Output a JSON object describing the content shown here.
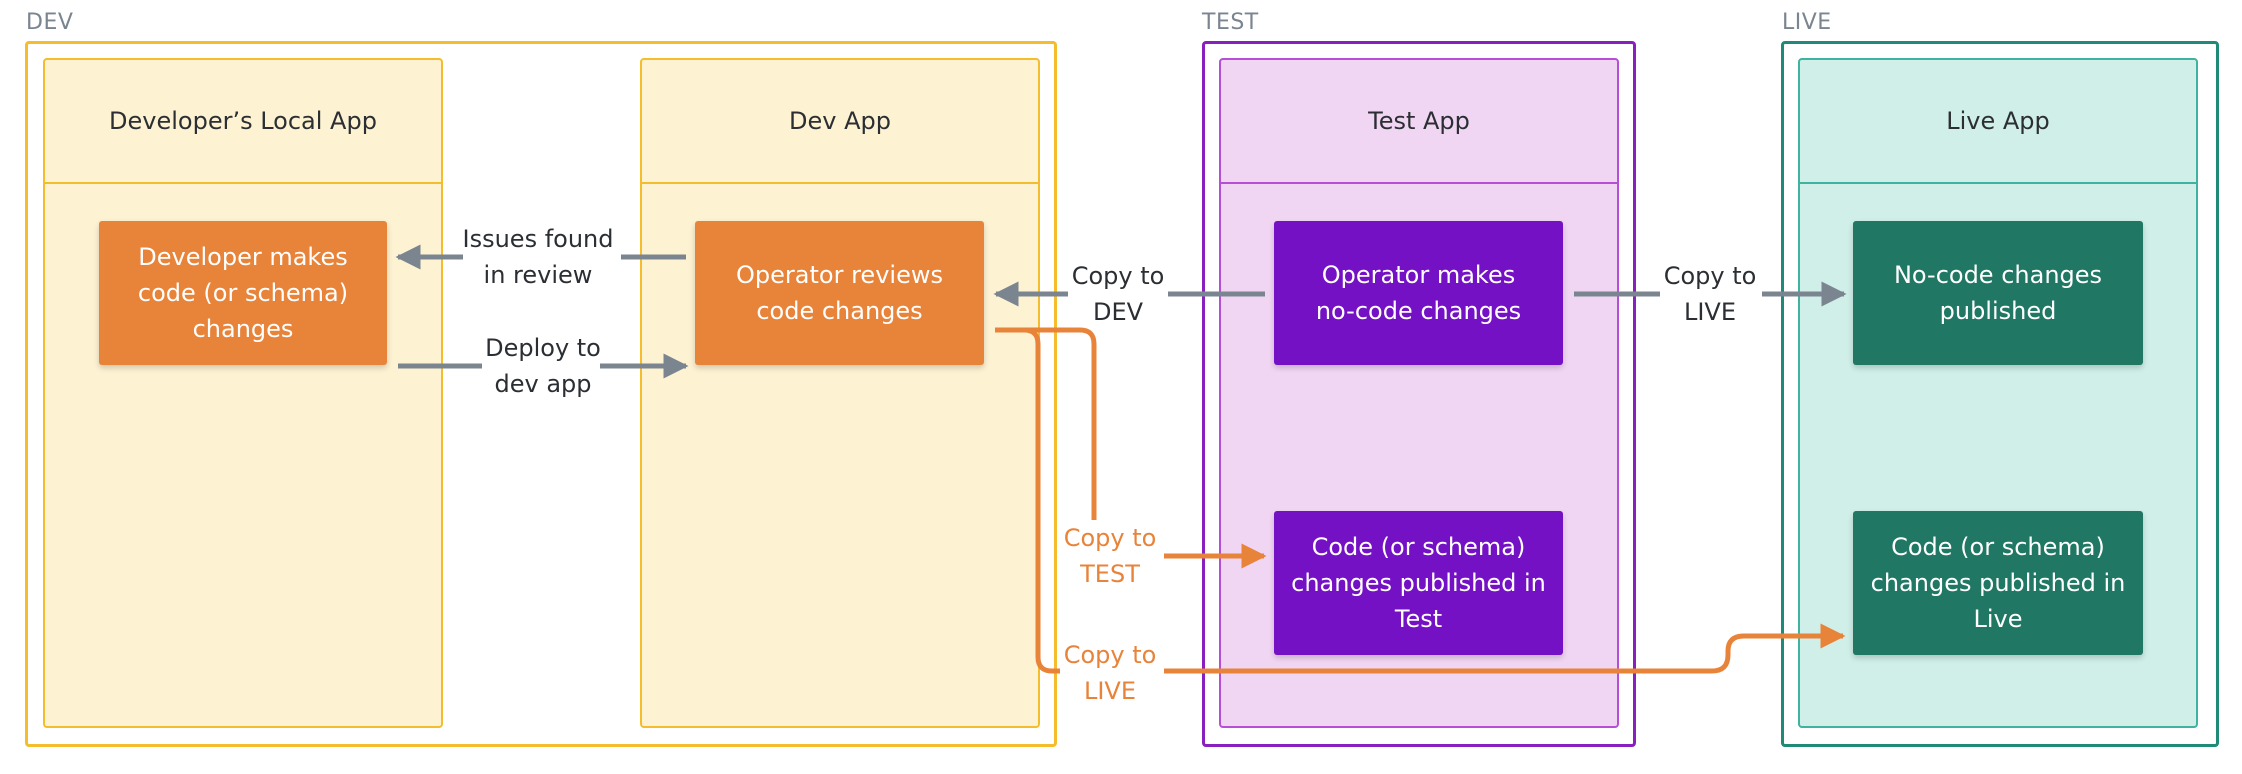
{
  "colors": {
    "dev_border": "#f5bd2e",
    "dev_fill": "#fdf2d2",
    "test_border": "#8a1fbf",
    "test_fill": "#f1d6f3",
    "test_col_border": "#b74fd6",
    "live_border": "#1f8a78",
    "live_fill": "#d0efe9",
    "live_col_border": "#3fb3a0",
    "orange_node": "#e8833a",
    "purple_node": "#7511c4",
    "green_node": "#1f7764",
    "gray_edge": "#7a8590",
    "orange_edge": "#e8833a",
    "label_dark": "#2b2f33"
  },
  "environments": {
    "dev": {
      "label": "DEV"
    },
    "test": {
      "label": "TEST"
    },
    "live": {
      "label": "LIVE"
    }
  },
  "columns": {
    "local": {
      "title": "Developer’s Local App"
    },
    "dev_app": {
      "title": "Dev App"
    },
    "test_app": {
      "title": "Test App"
    },
    "live_app": {
      "title": "Live App"
    }
  },
  "nodes": {
    "developer_makes": "Developer makes\ncode (or schema)\nchanges",
    "operator_reviews": "Operator reviews\ncode changes",
    "operator_nocode": "Operator makes\nno-code changes",
    "nocode_published": "No-code changes\npublished",
    "code_published_test": "Code (or schema)\nchanges published in\nTest",
    "code_published_live": "Code (or schema)\nchanges published in\nLive"
  },
  "edges": {
    "issues_found": "Issues found\nin review",
    "deploy_dev": "Deploy to\ndev app",
    "copy_to_dev": "Copy to\nDEV",
    "copy_to_live_top": "Copy to\nLIVE",
    "copy_to_test": "Copy to\nTEST",
    "copy_to_live_bottom": "Copy to\nLIVE"
  }
}
